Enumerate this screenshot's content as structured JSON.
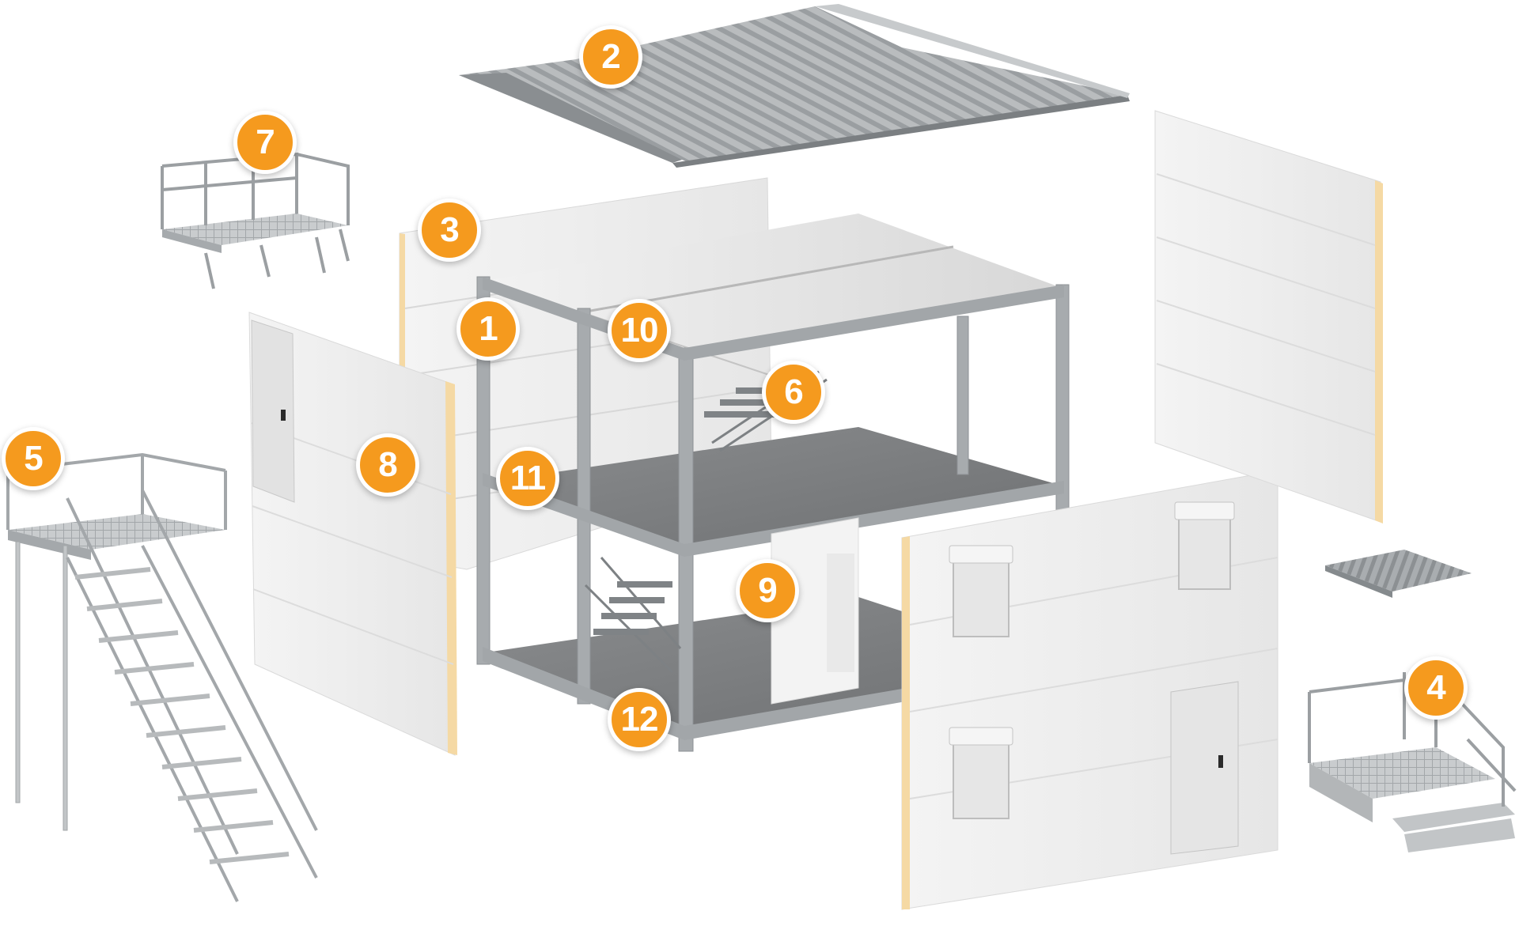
{
  "colors": {
    "badge": "#f59a1e",
    "badge_text": "#ffffff",
    "panel": "#f1f1f1",
    "insulation_edge": "#f5d9a4",
    "frame_steel": "#a7abae",
    "floor": "#7c7e80",
    "roof": "#b5b8ba",
    "background": "#ffffff"
  },
  "callouts": {
    "c1": "1",
    "c2": "2",
    "c3": "3",
    "c4": "4",
    "c5": "5",
    "c6": "6",
    "c7": "7",
    "c8": "8",
    "c9": "9",
    "c10": "10",
    "c11": "11",
    "c12": "12"
  }
}
